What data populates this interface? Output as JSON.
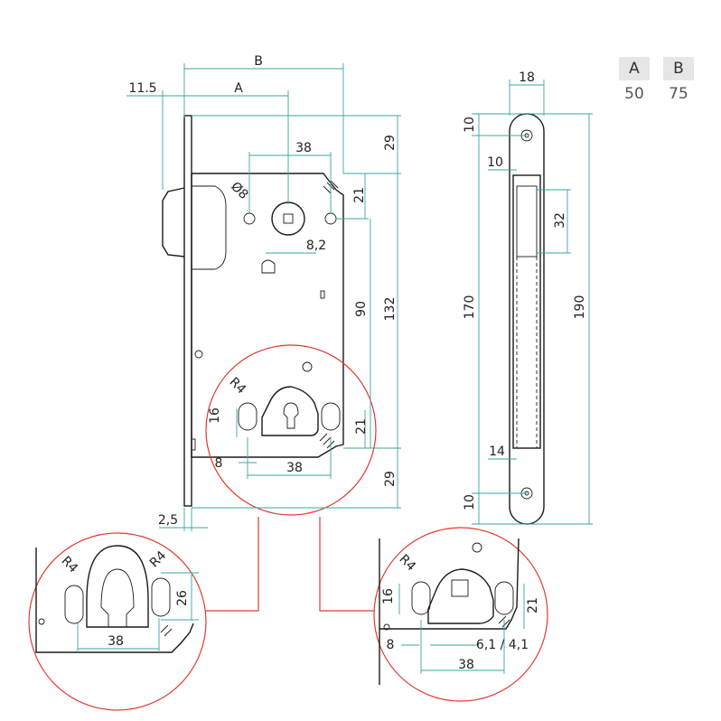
{
  "legend": {
    "headers": [
      "A",
      "B"
    ],
    "values": [
      "50",
      "75"
    ]
  },
  "front_view": {
    "dim_B": "B",
    "dim_A": "A",
    "dim_backset_offset": "11.5",
    "dim_top_29": "29",
    "dim_38_spindle": "38",
    "dim_diam8": "Ø8",
    "dim_8_2": "8,2",
    "dim_21_top": "21",
    "dim_90": "90",
    "dim_132": "132",
    "dim_R4": "R4",
    "dim_16": "16",
    "dim_21_bottom": "21",
    "dim_8": "8",
    "dim_38_bottom": "38",
    "dim_29_bottom": "29",
    "dim_2_5": "2,5"
  },
  "side_view": {
    "dim_18": "18",
    "dim_10_top": "10",
    "dim_10_latch": "10",
    "dim_32": "32",
    "dim_170": "170",
    "dim_190": "190",
    "dim_14": "14",
    "dim_10_bottom": "10"
  },
  "detail_left": {
    "dim_R4_left": "R4",
    "dim_R4_right": "R4",
    "dim_26": "26",
    "dim_38": "38"
  },
  "detail_right": {
    "dim_R4": "R4",
    "dim_16": "16",
    "dim_21": "21",
    "dim_8": "8",
    "dim_6_1_4_1": "6,1 / 4,1",
    "dim_38": "38"
  }
}
